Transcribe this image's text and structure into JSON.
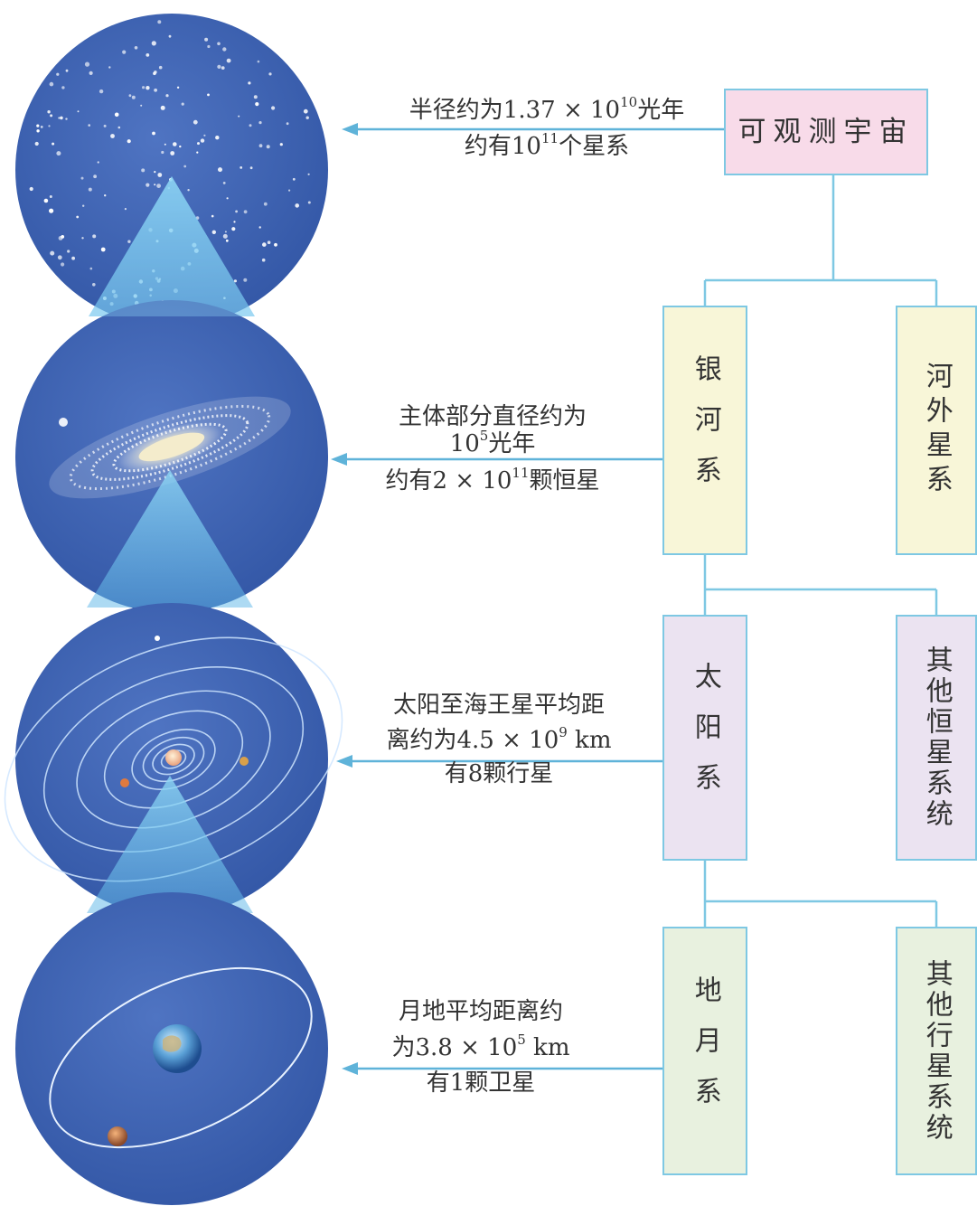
{
  "boxes": {
    "universe": "可观测宇宙",
    "milky_way": "银河系",
    "extragalactic": "河外星系",
    "solar_system": "太阳系",
    "other_star_systems": "其他恒星系统",
    "earth_moon": "地月系",
    "other_planet_systems": "其他行星系统"
  },
  "labels": {
    "universe": {
      "line1_pre": "半径约为1.37 × 10",
      "line1_exp": "10",
      "line1_post": "光年",
      "line2_pre": "约有10",
      "line2_exp": "11",
      "line2_post": "个星系"
    },
    "milky_way": {
      "line1": "主体部分直径约为",
      "line2_pre": "10",
      "line2_exp": "5",
      "line2_post": "光年",
      "line3_pre": "约有2 × 10",
      "line3_exp": "11",
      "line3_post": "颗恒星"
    },
    "solar_system": {
      "line1": "太阳至海王星平均距",
      "line2_pre": "离约为4.5 × 10",
      "line2_exp": "9",
      "line2_post": " km",
      "line3": "有8颗行星"
    },
    "earth_moon": {
      "line1": "月地平均距离约",
      "line2_pre": "为3.8 × 10",
      "line2_exp": "5",
      "line2_post": " km",
      "line3": "有1颗卫星"
    }
  },
  "colors": {
    "sphere": "#3f64b4",
    "connector": "#7ec8e3",
    "arrow": "#5fb3d9",
    "box_pink": "#f8dbe9",
    "box_yellow": "#f8f6d8",
    "box_purple": "#ebe3f1",
    "box_green": "#e8f1df"
  }
}
